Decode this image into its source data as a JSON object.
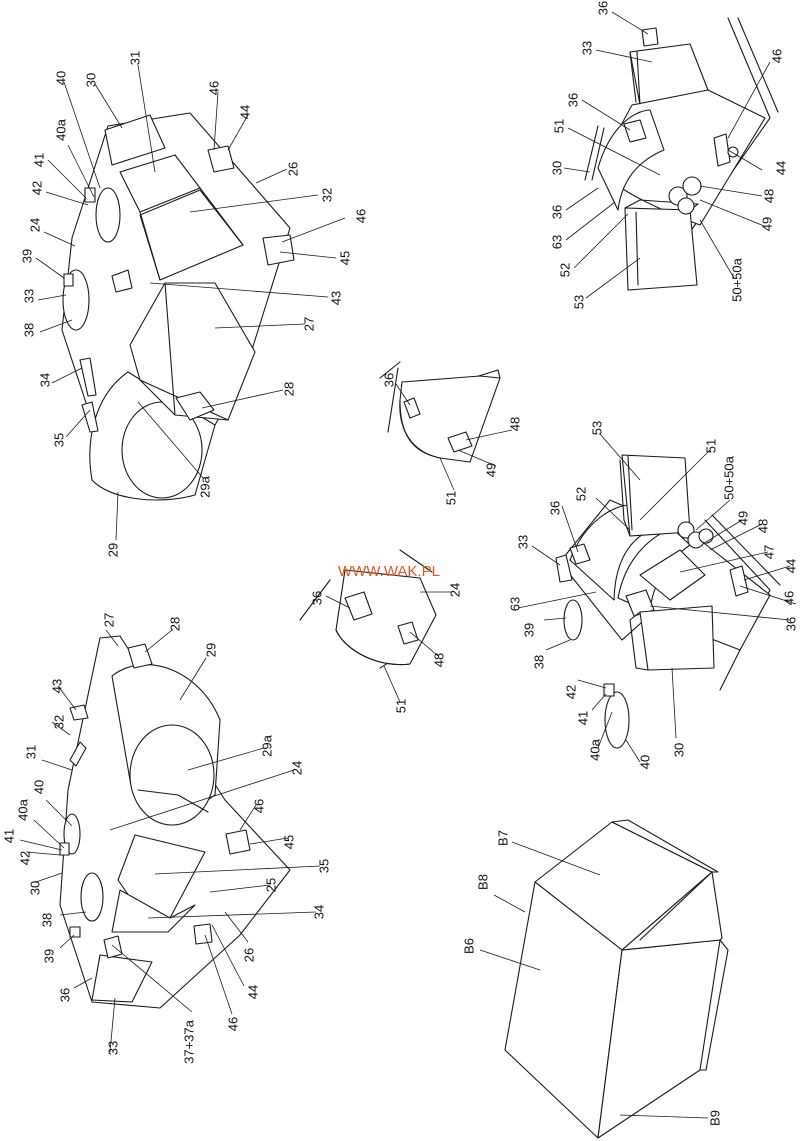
{
  "watermark": {
    "text": "WWW.WAK.PL",
    "color": "#d95a2b"
  },
  "line_color": "#1a1a1a",
  "views": {
    "view1": {
      "labels": [
        "40",
        "31",
        "30",
        "40a",
        "41",
        "42",
        "24",
        "39",
        "33",
        "38",
        "34",
        "35",
        "29",
        "29a",
        "28",
        "27",
        "43",
        "45",
        "46",
        "32",
        "26",
        "44",
        "46"
      ]
    },
    "view2": {
      "labels": [
        "27",
        "28",
        "29",
        "43",
        "32",
        "31",
        "40",
        "40a",
        "41",
        "42",
        "30",
        "38",
        "39",
        "36",
        "33",
        "37+37a",
        "46",
        "44",
        "26",
        "34",
        "25",
        "35",
        "45",
        "46",
        "24",
        "29a"
      ]
    },
    "view3": {
      "labels": [
        "36",
        "33",
        "36",
        "51",
        "30",
        "36",
        "63",
        "52",
        "53",
        "50+50a",
        "49",
        "48",
        "44",
        "46"
      ]
    },
    "view4": {
      "labels": [
        "36",
        "51",
        "49",
        "48"
      ]
    },
    "view5": {
      "labels": [
        "36",
        "51",
        "48",
        "24"
      ]
    },
    "view6": {
      "labels": [
        "53",
        "52",
        "36",
        "33",
        "51",
        "50+50a",
        "49",
        "48",
        "47",
        "63",
        "39",
        "38",
        "42",
        "41",
        "40a",
        "40",
        "30",
        "36",
        "46",
        "44"
      ]
    },
    "view7": {
      "labels": [
        "B7",
        "B8",
        "B6",
        "B9"
      ]
    }
  }
}
